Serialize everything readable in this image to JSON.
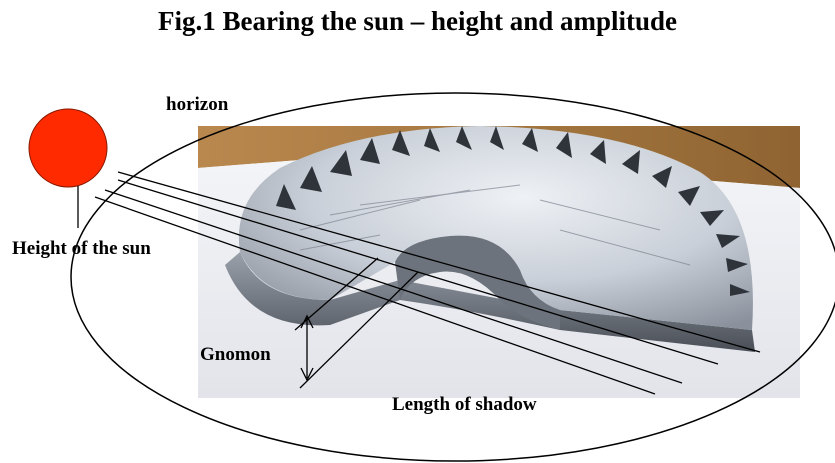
{
  "title": "Fig.1 Bearing the sun – height and amplitude",
  "labels": {
    "horizon": "horizon",
    "height": "Height of the sun",
    "gnomon": "Gnomon",
    "shadow": "Length of shadow"
  },
  "colors": {
    "sun": "#ff2a00",
    "table": "#a87a45",
    "stone_light": "#d9dde2",
    "stone_dark": "#3a3f47",
    "background": "#ffffff",
    "lines": "#000000"
  }
}
